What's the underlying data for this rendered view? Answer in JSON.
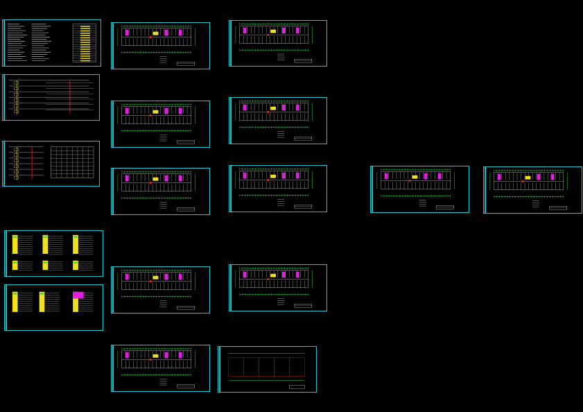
{
  "canvas": {
    "background": "#000000"
  },
  "colors": {
    "frame": "#1ec8d2",
    "line_white": "#d8d8d8",
    "line_green": "#2fd24a",
    "accent_magenta": "#e21ee2",
    "accent_yellow": "#f0e020",
    "accent_red": "#e02020"
  },
  "sheets": [
    {
      "id": "design-notes",
      "kind": "notes"
    },
    {
      "id": "riser-diagram-1",
      "kind": "riser"
    },
    {
      "id": "riser-diagram-2",
      "kind": "riser-table"
    },
    {
      "id": "panel-schedule-1",
      "kind": "panels"
    },
    {
      "id": "panel-schedule-2",
      "kind": "panels-small"
    },
    {
      "id": "floor-plan-a1",
      "kind": "plan"
    },
    {
      "id": "floor-plan-a2",
      "kind": "plan"
    },
    {
      "id": "floor-plan-a3",
      "kind": "plan"
    },
    {
      "id": "floor-plan-a4",
      "kind": "plan"
    },
    {
      "id": "floor-plan-a5",
      "kind": "plan"
    },
    {
      "id": "floor-plan-b1",
      "kind": "plan"
    },
    {
      "id": "floor-plan-b2",
      "kind": "plan"
    },
    {
      "id": "floor-plan-b3",
      "kind": "plan"
    },
    {
      "id": "floor-plan-b4",
      "kind": "plan"
    },
    {
      "id": "roof-plan",
      "kind": "roof"
    },
    {
      "id": "floor-plan-c1",
      "kind": "plan"
    },
    {
      "id": "floor-plan-c2",
      "kind": "plan"
    }
  ]
}
